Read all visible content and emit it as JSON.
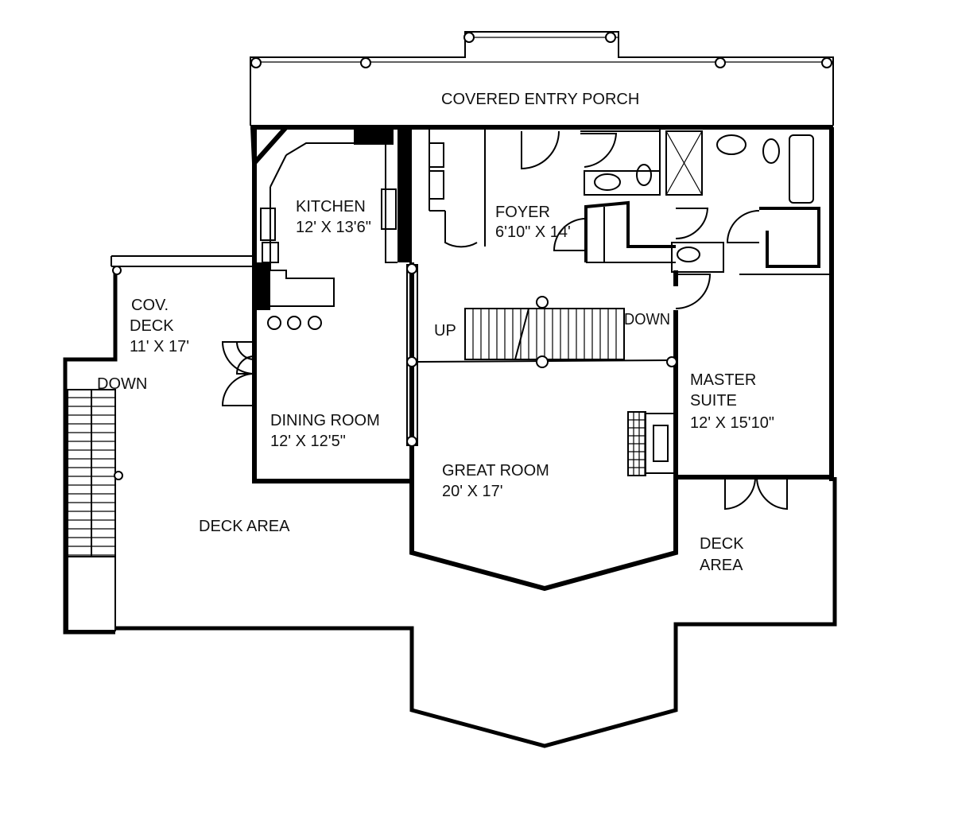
{
  "title": "Floor plan",
  "rooms": {
    "porch": {
      "name": "COVERED ENTRY PORCH"
    },
    "kitchen": {
      "name": "KITCHEN",
      "size": "12' X 13'6\""
    },
    "foyer": {
      "name": "FOYER",
      "size": "6'10\" X 14'"
    },
    "cov_deck": {
      "name1": "COV.",
      "name2": "DECK",
      "size": "11' X 17'"
    },
    "dining": {
      "name": "DINING ROOM",
      "size": "12' X 12'5\""
    },
    "great": {
      "name": "GREAT ROOM",
      "size": "20' X 17'"
    },
    "master": {
      "name1": "MASTER",
      "name2": "SUITE",
      "size": "12' X 15'10\""
    },
    "deck_left": {
      "name": "DECK AREA"
    },
    "deck_right": {
      "name1": "DECK",
      "name2": "AREA"
    }
  },
  "stairs": {
    "up": "UP",
    "down_main": "DOWN",
    "down_deck": "DOWN"
  }
}
